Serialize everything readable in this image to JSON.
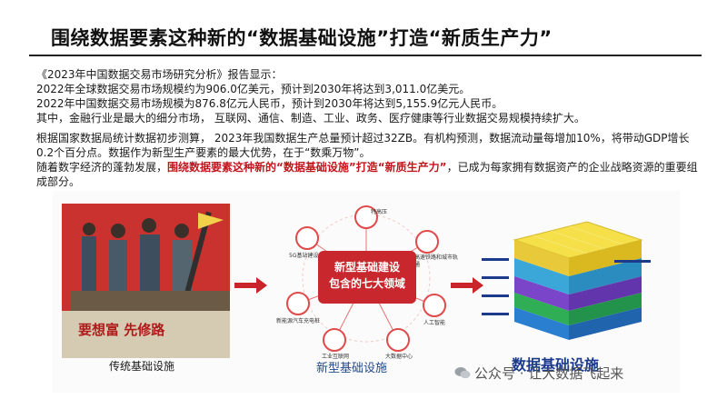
{
  "slide": {
    "title": "围绕数据要素这种新的“数据基础设施”打造“新质生产力”",
    "para1": [
      "《2023年中国数据交易市场研究分析》报告显示：",
      "2022年全球数据交易市场规模约为906.0亿美元，预计到2030年将达到3,011.0亿美元。",
      "2022年中国数据交易市场规模为876.8亿元人民币，预计到2030年将达到5,155.9亿元人民币。",
      "其中，金融行业是最大的细分市场，  互联网、通信、制造、工业、政务、医疗健康等行业数据交易规模持续扩大。"
    ],
    "para2": "根据国家数据局统计数据初步测算，  2023年我国数据生产总量预计超过32ZB。有机构预测，数据流动量每增加10%，将带动GDP增长0.2个百分点。数据作为新型生产要素的最大优势，在于“数乘万物”。",
    "para3_pre": "随着数字经济的蓬勃发展，",
    "para3_highlight": "围绕数据要素这种新的“数据基础设施”打造“新质生产力”",
    "para3_post": "，已成为每家拥有数据资产的企业战略资源的重要组成部分。"
  },
  "figure": {
    "left_slogan": "要想富 先修路",
    "left_caption": "传统基础设施",
    "mid_title_1": "新型基础建设",
    "mid_title_2": "包含的七大领域",
    "mid_nodes": [
      "特高压",
      "5G基站建设",
      "城际高速铁路和城市轨道交通",
      "新能源汽车充电桩",
      "人工智能",
      "工业互联网",
      "大数据中心"
    ],
    "mid_caption": "新型基础设施",
    "right_caption": "数据基础设施"
  },
  "watermark": "公众号 · 让大数据飞起来",
  "colors": {
    "accent": "#c0161c",
    "title": "#111111",
    "blue": "#1b3a8c"
  }
}
